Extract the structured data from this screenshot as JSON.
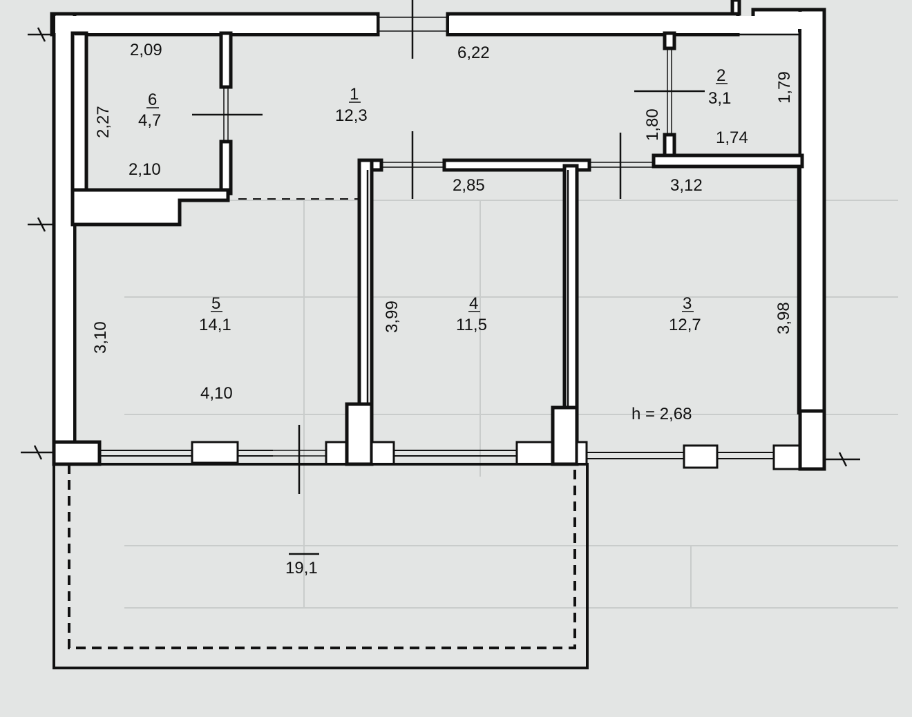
{
  "plan": {
    "rooms": [
      {
        "number": "1",
        "area": "12,3"
      },
      {
        "number": "2",
        "area": "3,1"
      },
      {
        "number": "3",
        "area": "12,7"
      },
      {
        "number": "4",
        "area": "11,5"
      },
      {
        "number": "5",
        "area": "14,1"
      },
      {
        "number": "6",
        "area": "4,7"
      }
    ],
    "balcony": {
      "area": "19,1"
    },
    "dimensions": {
      "room6_top": "2,09",
      "room6_side": "2,27",
      "room6_bottom": "2,10",
      "corridor_top": "6,22",
      "room2_side": "1,79",
      "room2_bottom": "1,74",
      "door_height_room2": "1,80",
      "room4_width": "2,85",
      "room3_width": "3,12",
      "room5_height": "3,10",
      "room5_width": "4,10",
      "room4_height": "3,99",
      "room3_height": "3,98"
    },
    "ceiling_height": "h = 2,68"
  }
}
